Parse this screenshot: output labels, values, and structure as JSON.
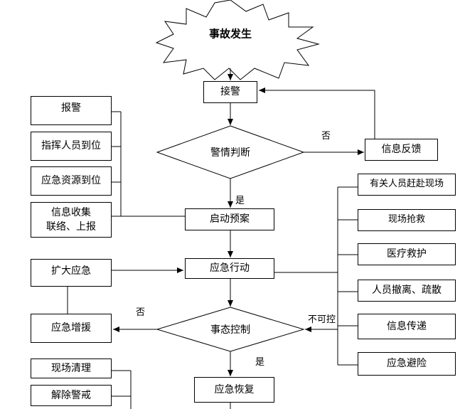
{
  "start": "事故发生",
  "nodes": {
    "jiejing": "接警",
    "judge": "警情判断",
    "feedback": "信息反馈",
    "plan": "启动预案",
    "action": "应急行动",
    "control": "事态控制",
    "recover": "应急恢复"
  },
  "left_boxes": {
    "baojing": "报警",
    "commander": "指挥人员到位",
    "resources": "应急资源到位",
    "info_line1": "信息收集",
    "info_line2": "联络、上报",
    "expand": "扩大应急",
    "reinforce": "应急增援",
    "cleanup": "现场清理",
    "lift_alert": "解除警戒"
  },
  "right_boxes": {
    "rush": "有关人员赶赴现场",
    "rescue": "现场抢救",
    "medical": "医疗救护",
    "evacuate": "人员撤离、疏散",
    "transmit": "信息传递",
    "avoid": "应急避险"
  },
  "edge_labels": {
    "no_1": "否",
    "yes_1": "是",
    "no_2": "否",
    "uncontrollable": "不可控",
    "yes_2": "是"
  }
}
